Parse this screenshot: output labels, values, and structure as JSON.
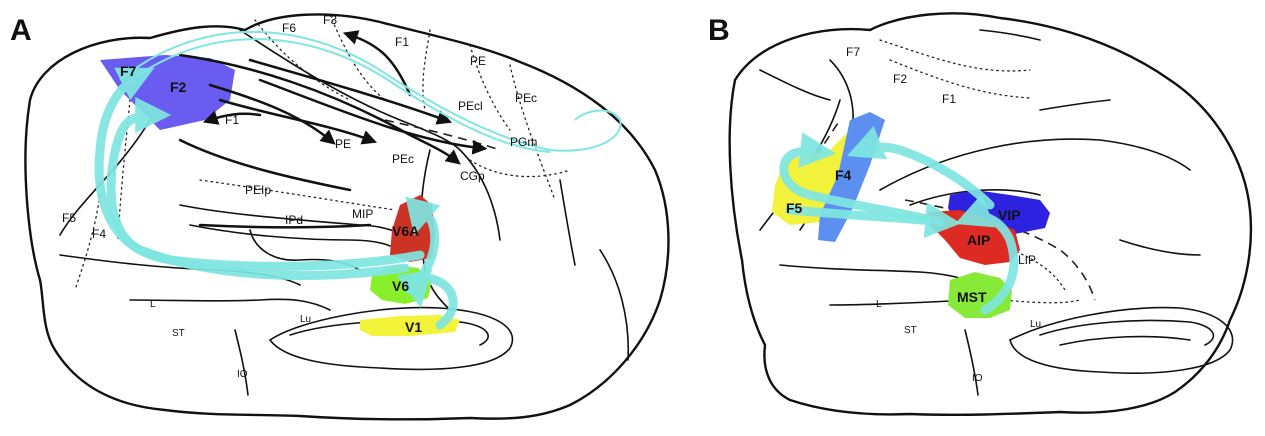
{
  "panels": {
    "a": {
      "letter": "A",
      "areas": {
        "f7": "F7",
        "f2": "F2",
        "f6": "F6",
        "f3": "F3",
        "f1_top": "F1",
        "f1_mid": "F1",
        "pe_top": "PE",
        "pecl": "PEcl",
        "pec_right": "PEc",
        "pgm": "PGm",
        "pe_mid": "PE",
        "pec_mid": "PEc",
        "cgp": "CGp",
        "peip": "PEIp",
        "ipd": "IPd",
        "mip": "MIP",
        "v6a": "V6A",
        "v6": "V6",
        "v1": "V1",
        "f5": "F5",
        "f4": "F4",
        "sulcus_l": "L",
        "sulcus_st": "ST",
        "sulcus_io": "IO",
        "sulcus_lu": "Lu"
      }
    },
    "b": {
      "letter": "B",
      "areas": {
        "f7": "F7",
        "f2": "F2",
        "f1": "F1",
        "f4": "F4",
        "f5": "F5",
        "vip": "VIP",
        "aip": "AIP",
        "lip": "LIP",
        "mst": "MST",
        "sulcus_l": "L",
        "sulcus_st": "ST",
        "sulcus_io": "IO",
        "sulcus_lu": "Lu"
      }
    }
  },
  "colors": {
    "dorsal_premotor": "#6a5cf0",
    "parieto_occipital": "#cc3325",
    "v6_area": "#88ef2a",
    "v1_area": "#f3f33a",
    "ventral_premotor_f4": "#5b8ff0",
    "ventral_premotor_f5": "#f2f23c",
    "vip_area": "#2c22e0",
    "aip_area": "#dd2a22",
    "mst_area": "#88ea38",
    "connection_arrow": "#7fe6e1"
  }
}
